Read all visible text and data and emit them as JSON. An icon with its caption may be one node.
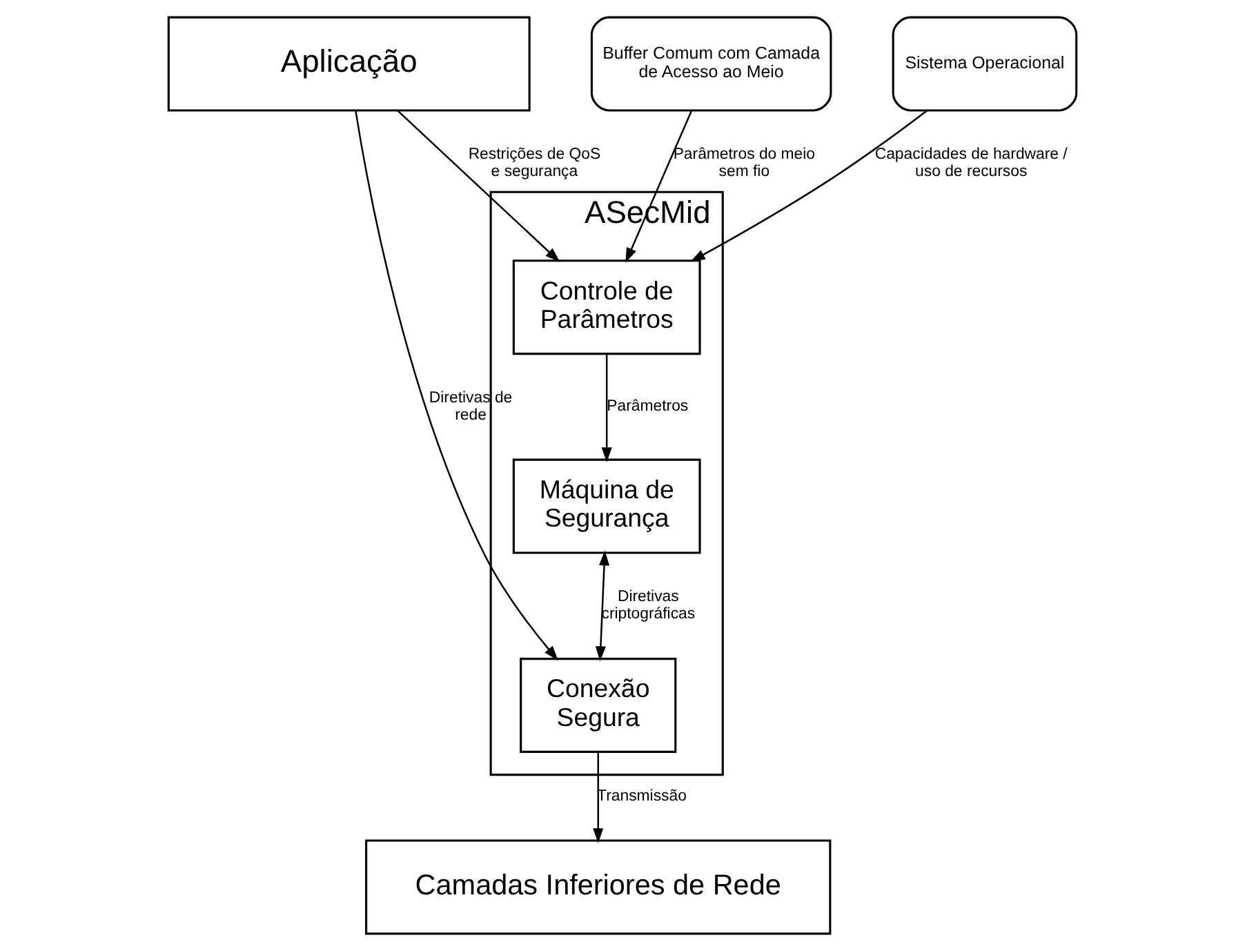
{
  "diagram": {
    "nodes": [
      {
        "text": [
          "Aplicação"
        ]
      },
      {
        "text": [
          "ASecMid"
        ]
      },
      {
        "text": [
          "Controle de Parâmetros"
        ],
        "in": 1
      },
      {
        "text": [
          "Máquina de Segurança"
        ],
        "in": 1
      },
      {
        "text": [
          "Conexão Segura"
        ],
        "in": 1
      },
      {
        "text": [
          "Buffer Comum com Camada de Acesso ao Meio"
        ]
      },
      {
        "text": [
          "Sistema Operacional"
        ]
      },
      {
        "text": [
          "Camadas Inferiores de Rede"
        ]
      }
    ],
    "edges": [
      {
        "from": 0,
        "to": 2,
        "arrow": "to",
        "label": "Restrições de QoS e segurança"
      },
      {
        "from": 0,
        "to": 4,
        "arrow": "to",
        "label": "Diretivas de rede"
      },
      {
        "from": 5,
        "to": 2,
        "arrow": "to",
        "label": "Parâmetros do meio sem fio"
      },
      {
        "from": 6,
        "to": 2,
        "arrow": "to",
        "label": "Capacidades de hardware / uso de recursos"
      },
      {
        "from": 2,
        "to": 3,
        "arrow": "to",
        "label": "Parâmetros"
      },
      {
        "from": 3,
        "to": 4,
        "arrow": "both",
        "label": "Diretivas criptográficas"
      },
      {
        "from": 4,
        "to": 7,
        "arrow": "to",
        "label": "Transmissão"
      }
    ]
  }
}
